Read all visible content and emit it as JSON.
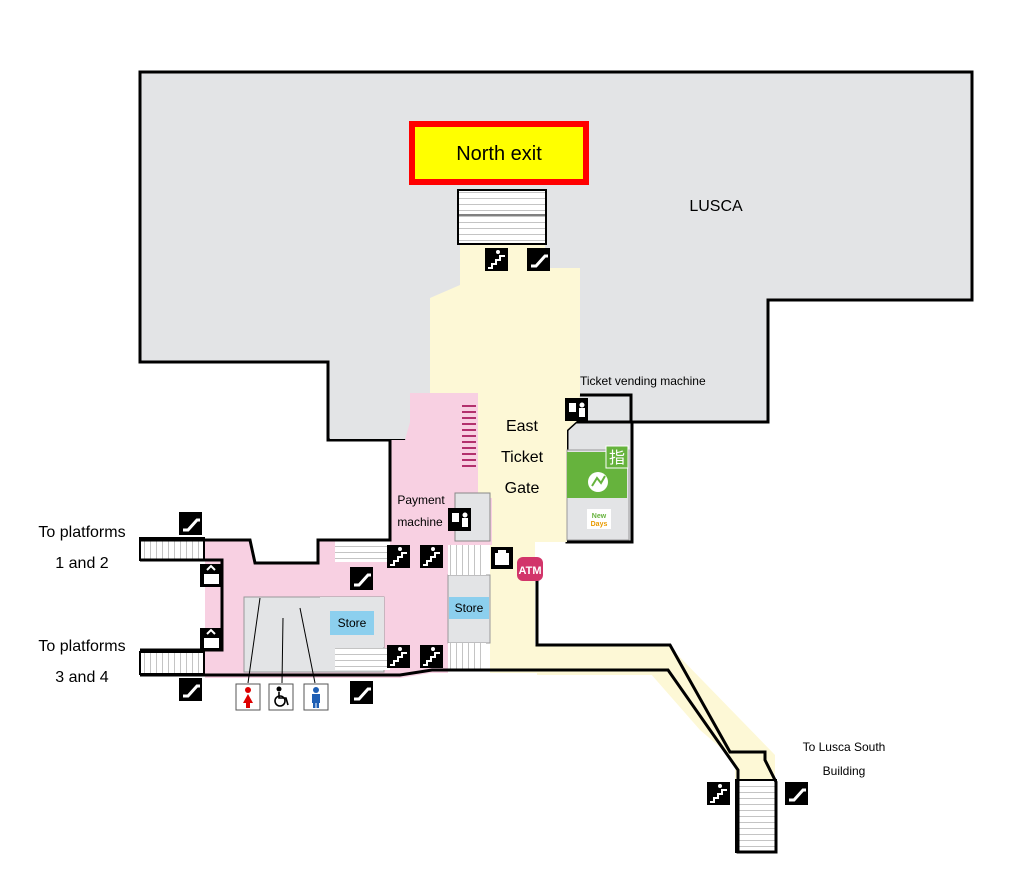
{
  "labels": {
    "north_exit": "North exit",
    "lusca": "LUSCA",
    "ticket_vending": "Ticket vending machine",
    "east_gate_1": "East",
    "east_gate_2": "Ticket",
    "east_gate_3": "Gate",
    "payment_1": "Payment",
    "payment_2": "machine",
    "store_1": "Store",
    "store_2": "Store",
    "platforms_12_a": "To platforms",
    "platforms_12_b": "1 and 2",
    "platforms_34_a": "To platforms",
    "platforms_34_b": "3 and 4",
    "lusca_south_a": "To Lusca South",
    "lusca_south_b": "Building",
    "atm": "ATM",
    "green_window": "指",
    "newdays_1": "New",
    "newdays_2": "Days"
  },
  "icons": [
    "stairs-icon",
    "escalator-icon",
    "elevator-icon",
    "ticket-machine-icon",
    "locker-icon",
    "womens-restroom-icon",
    "accessible-restroom-icon",
    "mens-restroom-icon",
    "atm-icon",
    "green-window-icon",
    "newdays-logo"
  ],
  "colors": {
    "outline": "#000000",
    "mall": "#e3e4e6",
    "concourse": "#fdf8d6",
    "pink_area": "#f8d0e2",
    "store_fill": "#8ccfee",
    "green": "#66b33d",
    "atm": "#d2356a",
    "north_exit_fill": "#ffff00",
    "north_exit_border": "#ff0000"
  }
}
